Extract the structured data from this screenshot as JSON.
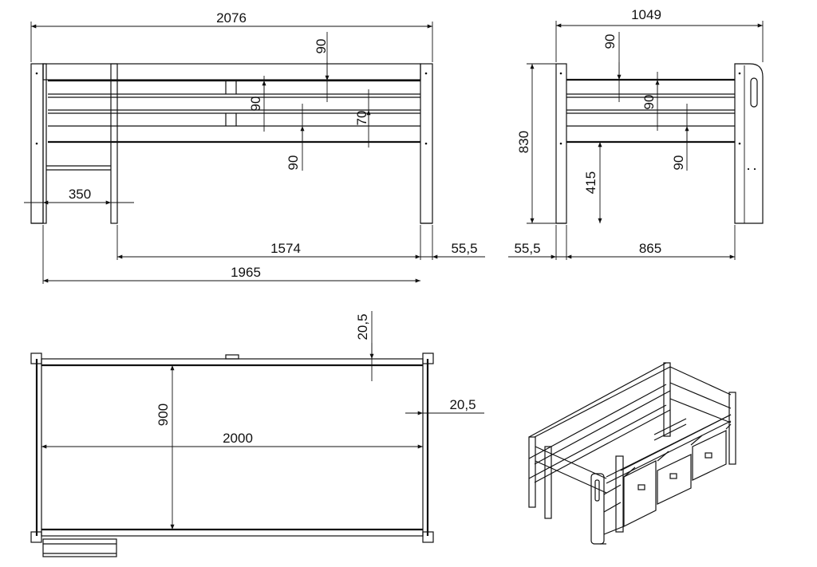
{
  "front_view": {
    "overall_width": "2076",
    "top_rail_gap": "90",
    "middle_gap": "90",
    "lower_gap": "90",
    "slat_gap": "70",
    "ladder_width": "350",
    "inner_length": "1574",
    "post_thickness": "55,5",
    "frame_length": "1965"
  },
  "side_view": {
    "overall_width": "1049",
    "top_gap": "90",
    "middle_gap": "90",
    "lower_gap": "90",
    "height": "830",
    "clearance": "415",
    "post_thickness": "55,5",
    "inner_width": "865"
  },
  "top_view": {
    "rail_offset_y": "20,5",
    "rail_offset_x": "20,5",
    "mattress_width": "900",
    "mattress_length": "2000"
  }
}
